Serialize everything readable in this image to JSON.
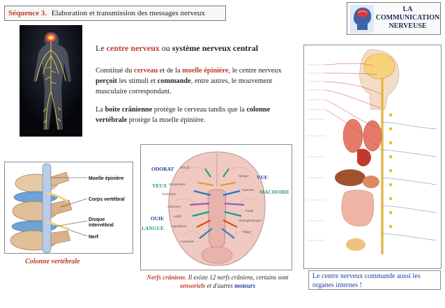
{
  "header": {
    "sequence": "Séquence 3.",
    "title": "Elaboration et transmission des messages nerveux"
  },
  "badge": {
    "line1": "LA",
    "line2": "COMMUNICATION",
    "line3": "NERVEUSE"
  },
  "title": {
    "t1": "Le ",
    "t2": "centre nerveux",
    "t3": " ou ",
    "t4": "système nerveux central"
  },
  "para1": {
    "a": "Constitué du ",
    "b": "cerveau",
    "c": " et de la ",
    "d": "moelle épinière",
    "e": ", le centre nerveux ",
    "f": "perçoit",
    "g": " les stimuli et ",
    "h": "commande",
    "i": ", entre autres, le mouvement musculaire correspondant."
  },
  "para2": {
    "a": "La ",
    "b": "boite crânienne",
    "c": " protège le cerveau tandis que la ",
    "d": "colonne vertébrale",
    "e": " protège la moelle épinière."
  },
  "spine": {
    "labels": [
      "Moelle épinière",
      "Corps vertébral",
      "Disque intervébral",
      "Nerf"
    ],
    "caption": "Colonne vertébrale"
  },
  "brain": {
    "nerves": [
      "Olfactif",
      "Optique",
      "Oculomoteur",
      "Trijumeau",
      "Trochléaire",
      "Abducens",
      "Facial",
      "Auditif",
      "Glossopharyngien",
      "Hypoglosse",
      "Vague",
      "Accessoire"
    ],
    "senses": [
      "ODORAT",
      "VUE",
      "YEUX",
      "MACHOIRE",
      "OUIE",
      "LANGUE"
    ],
    "caption": {
      "a": "Nerfs crâniens",
      "b": ". Il existe 12 nerfs crâniens, certains sont ",
      "c": "sensoriels",
      "d": " et d'autres ",
      "e": "moteurs"
    }
  },
  "nerve_note": "Le centre nerveux commande aussi les organes internes !"
}
